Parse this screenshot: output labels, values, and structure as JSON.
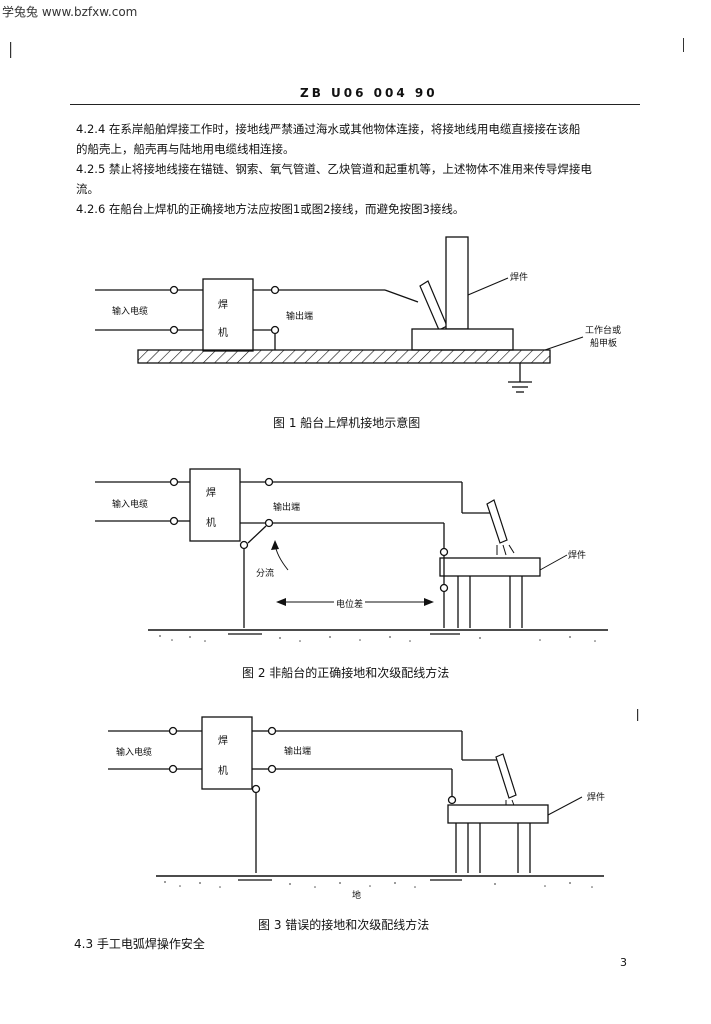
{
  "watermark": "学兔兔 www.bzfxw.com",
  "header": "ZB U06 004   90",
  "paragraphs": [
    "4.2.4  在系岸船舶焊接工作时，接地线严禁通过海水或其他物体连接，将接地线用电缆直接接在该船",
    "的船壳上，船壳再与陆地用电缆线相连接。",
    "4.2.5  禁止将接地线接在锚链、钢索、氧气管道、乙炔管道和起重机等，上述物体不准用来传导焊接电",
    "流。",
    "4.2.6  在船台上焊机的正确接地方法应按图1或图2接线，而避免按图3接线。"
  ],
  "fig1": {
    "input_label": "输入电缆",
    "welder_1": "焊",
    "welder_2": "机",
    "output_label": "输出端",
    "workpiece_label": "焊件",
    "deck_label_1": "工作台或",
    "deck_label_2": "船甲板",
    "caption": "图 1   船台上焊机接地示意图"
  },
  "fig2": {
    "input_label": "输入电缆",
    "welder_1": "焊",
    "welder_2": "机",
    "output_label": "输出端",
    "shunt_label": "分流",
    "potential_label": "电位差",
    "workpiece_label": "焊件",
    "caption": "图 2   非船台的正确接地和次级配线方法"
  },
  "fig3": {
    "input_label": "输入电缆",
    "welder_1": "焊",
    "welder_2": "机",
    "output_label": "输出端",
    "workpiece_label": "焊件",
    "ground_label": "地",
    "caption": "图 3   错误的接地和次级配线方法"
  },
  "section": "4.3   手工电弧焊操作安全",
  "page_number": "3"
}
